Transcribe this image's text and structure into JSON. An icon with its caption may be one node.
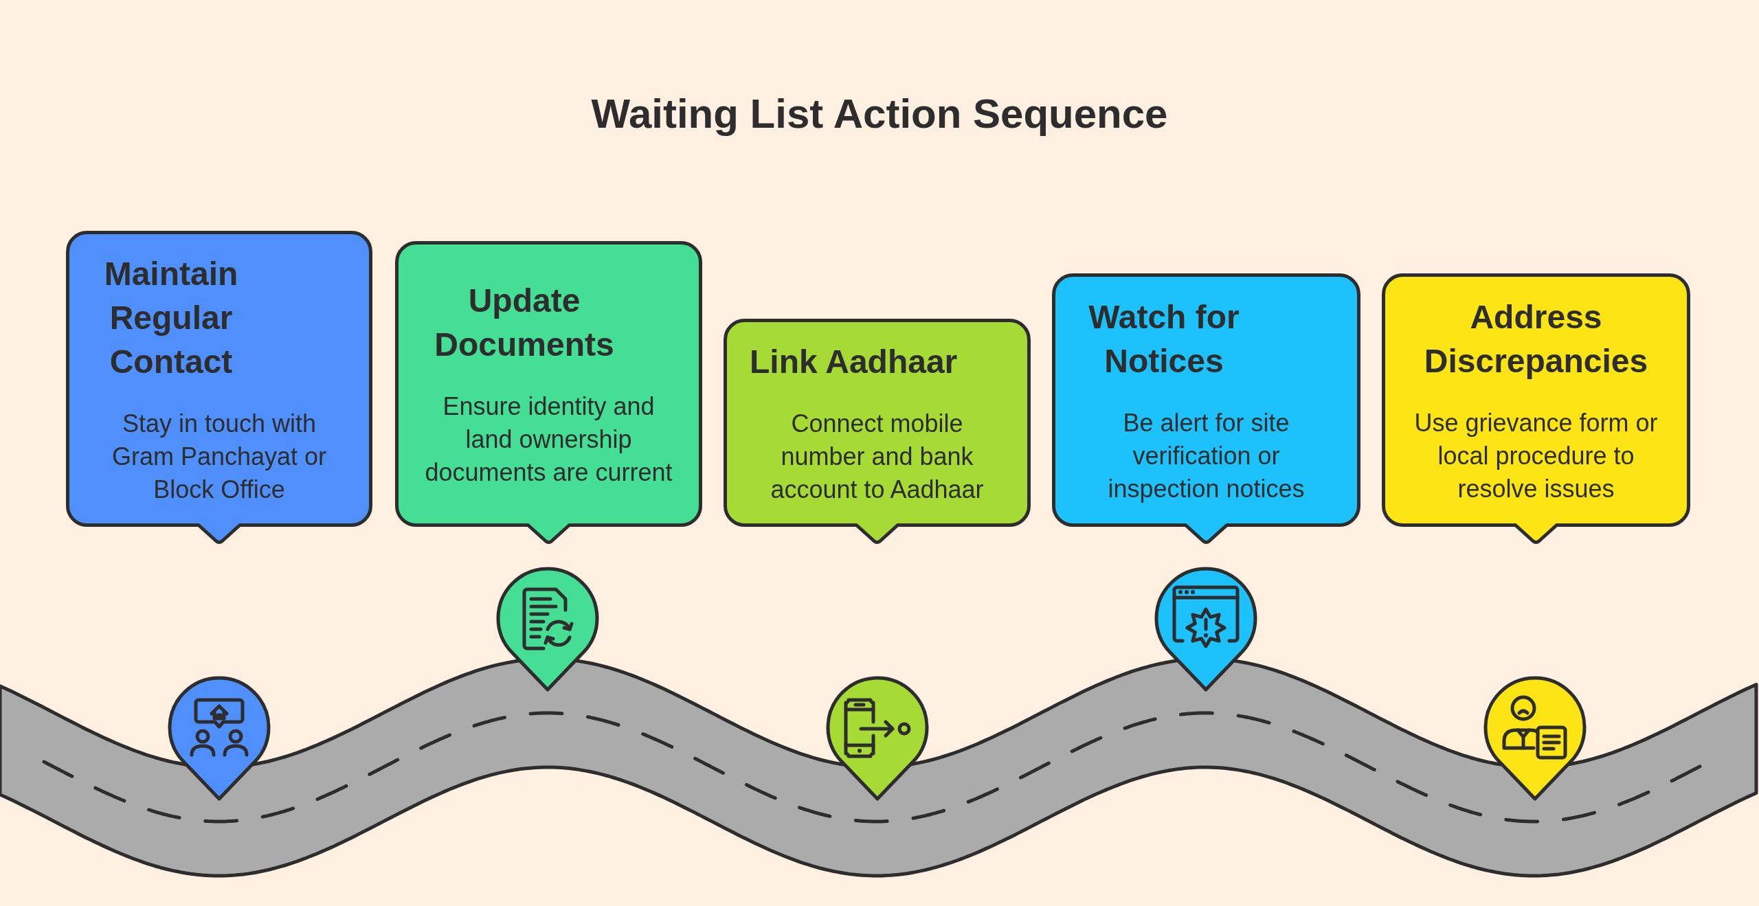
{
  "diagram": {
    "title": "Waiting List Action Sequence",
    "nodes": [
      {
        "text": [
          "Maintain Regular Contact",
          "Stay in touch with Gram Panchayat or Block Office"
        ]
      },
      {
        "text": [
          "Update Documents",
          "Ensure identity and land ownership documents are current"
        ]
      },
      {
        "text": [
          "Link Aadhaar",
          "Connect mobile number and bank account to Aadhaar"
        ]
      },
      {
        "text": [
          "Watch for Notices",
          "Be alert for site verification or inspection notices"
        ]
      },
      {
        "text": [
          "Address Discrepancies",
          "Use grievance form or local procedure to resolve issues"
        ]
      }
    ]
  }
}
